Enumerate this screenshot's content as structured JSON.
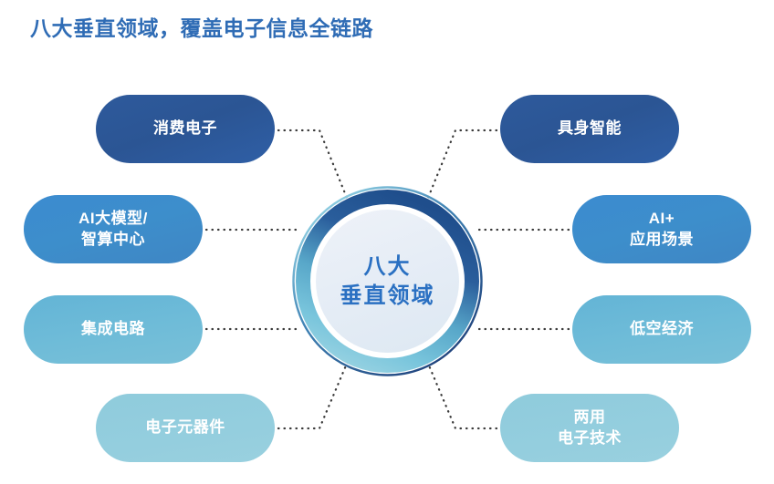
{
  "header": {
    "title": "八大垂直领域，覆盖电子信息全链路",
    "title_color": "#2f6cb5"
  },
  "center": {
    "line1": "八大",
    "line2": "垂直领域",
    "text_color": "#2a70c2",
    "ring_gradient_from": "#1f4e8c",
    "ring_gradient_to": "#7ec8dd"
  },
  "nodes": {
    "left": [
      {
        "label": "消费电子",
        "tone": "#2b5594"
      },
      {
        "label": "AI大模型/\n智算中心",
        "tone": "#3d8ecb"
      },
      {
        "label": "集成电路",
        "tone": "#6fbcd8"
      },
      {
        "label": "电子元器件",
        "tone": "#94cede"
      }
    ],
    "right": [
      {
        "label": "具身智能",
        "tone": "#2b5594"
      },
      {
        "label": "AI+\n应用场景",
        "tone": "#3d8ecb"
      },
      {
        "label": "低空经济",
        "tone": "#6fbcd8"
      },
      {
        "label": "两用\n电子技术",
        "tone": "#94cede"
      }
    ]
  },
  "connectors": {
    "style": "dotted",
    "color": "#3a3a3a",
    "count": 8
  }
}
